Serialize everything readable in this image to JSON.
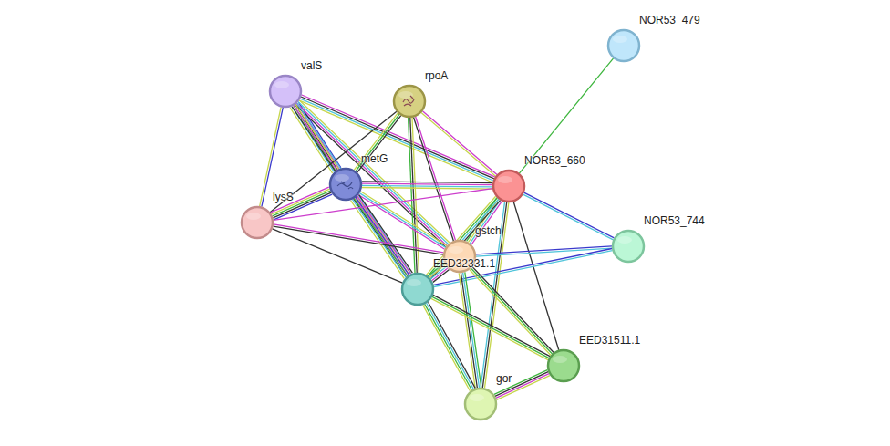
{
  "diagram": {
    "nodes": [
      {
        "text": [
          "NOR53_479"
        ]
      },
      {
        "text": [
          "valS"
        ]
      },
      {
        "text": [
          "rpoA"
        ]
      },
      {
        "text": [
          "metG"
        ]
      },
      {
        "text": [
          "NOR53_660"
        ]
      },
      {
        "text": [
          "lysS"
        ]
      },
      {
        "text": [
          "NOR53_744"
        ]
      },
      {
        "text": [
          "gstch"
        ]
      },
      {
        "text": [
          "EED32331.1"
        ]
      },
      {
        "text": [
          "EED31511.1"
        ]
      },
      {
        "text": [
          "gor"
        ]
      }
    ],
    "edges": [
      {
        "from": 4,
        "to": 0,
        "arrow": "none"
      },
      {
        "from": 1,
        "to": 3,
        "arrow": "none"
      },
      {
        "from": 1,
        "to": 5,
        "arrow": "none"
      },
      {
        "from": 1,
        "to": 7,
        "arrow": "none"
      },
      {
        "from": 1,
        "to": 4,
        "arrow": "none"
      },
      {
        "from": 1,
        "to": 8,
        "arrow": "none"
      },
      {
        "from": 2,
        "to": 3,
        "arrow": "none"
      },
      {
        "from": 2,
        "to": 5,
        "arrow": "none"
      },
      {
        "from": 2,
        "to": 4,
        "arrow": "none"
      },
      {
        "from": 2,
        "to": 7,
        "arrow": "none"
      },
      {
        "from": 2,
        "to": 8,
        "arrow": "none"
      },
      {
        "from": 3,
        "to": 4,
        "arrow": "none"
      },
      {
        "from": 3,
        "to": 5,
        "arrow": "none"
      },
      {
        "from": 3,
        "to": 7,
        "arrow": "none"
      },
      {
        "from": 3,
        "to": 8,
        "arrow": "none"
      },
      {
        "from": 5,
        "to": 4,
        "arrow": "none"
      },
      {
        "from": 5,
        "to": 7,
        "arrow": "none"
      },
      {
        "from": 5,
        "to": 8,
        "arrow": "none"
      },
      {
        "from": 4,
        "to": 7,
        "arrow": "none"
      },
      {
        "from": 4,
        "to": 8,
        "arrow": "none"
      },
      {
        "from": 4,
        "to": 6,
        "arrow": "none"
      },
      {
        "from": 4,
        "to": 9,
        "arrow": "none"
      },
      {
        "from": 4,
        "to": 10,
        "arrow": "none"
      },
      {
        "from": 7,
        "to": 6,
        "arrow": "none"
      },
      {
        "from": 8,
        "to": 6,
        "arrow": "none"
      },
      {
        "from": 7,
        "to": 8,
        "arrow": "none"
      },
      {
        "from": 7,
        "to": 10,
        "arrow": "none"
      },
      {
        "from": 7,
        "to": 9,
        "arrow": "none"
      },
      {
        "from": 8,
        "to": 10,
        "arrow": "none"
      },
      {
        "from": 8,
        "to": 9,
        "arrow": "none"
      },
      {
        "from": 9,
        "to": 10,
        "arrow": "none"
      }
    ]
  }
}
